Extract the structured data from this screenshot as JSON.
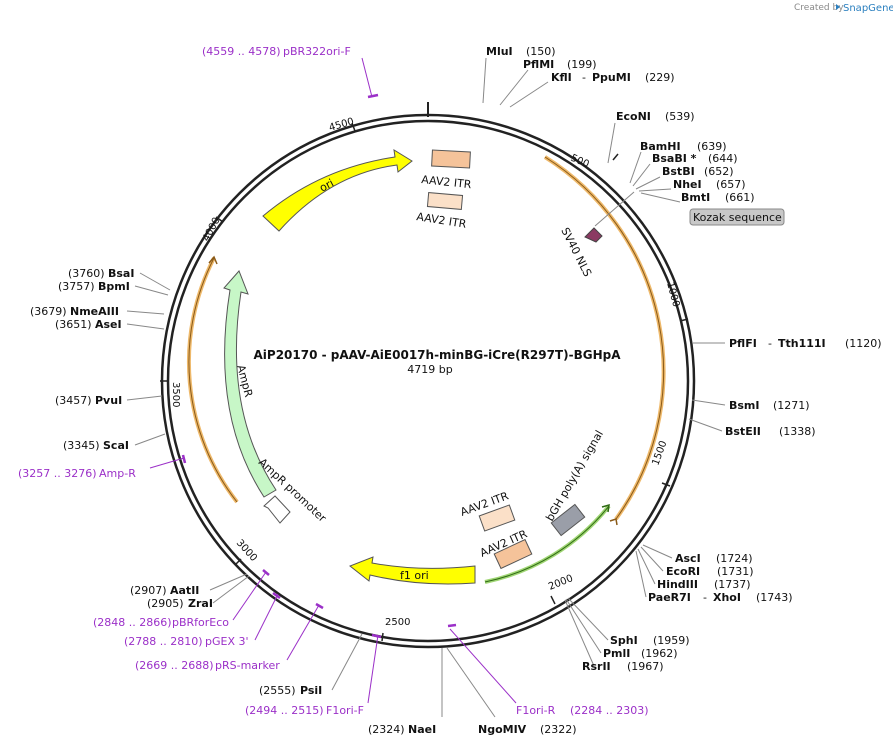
{
  "credit": {
    "prefix": "Created by",
    "brand": "SnapGene"
  },
  "plasmid": {
    "name": "AiP20170 - pAAV-AiE0017h-minBG-iCre(R297T)-BGHpA",
    "length": "4719 bp"
  },
  "ticks": [
    "500",
    "1000",
    "1500",
    "2000",
    "2500",
    "3000",
    "3500",
    "4000",
    "4500"
  ],
  "sites": [
    {
      "name": "MluI",
      "pos": "(150)"
    },
    {
      "name": "PflMI",
      "pos": "(199)"
    },
    {
      "name": "KflI",
      "name2": "PpuMI",
      "pos": "(229)"
    },
    {
      "name": "EcoNI",
      "pos": "(539)"
    },
    {
      "name": "BamHI",
      "pos": "(639)"
    },
    {
      "name": "BsaBI *",
      "pos": "(644)"
    },
    {
      "name": "BstBI",
      "pos": "(652)"
    },
    {
      "name": "NheI",
      "pos": "(657)"
    },
    {
      "name": "BmtI",
      "pos": "(661)"
    },
    {
      "name": "PflFI",
      "name2": "Tth111I",
      "pos": "(1120)"
    },
    {
      "name": "BsmI",
      "pos": "(1271)"
    },
    {
      "name": "BstEII",
      "pos": "(1338)"
    },
    {
      "name": "AscI",
      "pos": "(1724)"
    },
    {
      "name": "EcoRI",
      "pos": "(1731)"
    },
    {
      "name": "HindIII",
      "pos": "(1737)"
    },
    {
      "name": "PaeR7I",
      "name2": "XhoI",
      "pos": "(1743)"
    },
    {
      "name": "SphI",
      "pos": "(1959)"
    },
    {
      "name": "PmlI",
      "pos": "(1962)"
    },
    {
      "name": "RsrII",
      "pos": "(1967)"
    },
    {
      "name": "NgoMIV",
      "pos": "(2322)"
    },
    {
      "name": "NaeI",
      "pos": "(2324)"
    },
    {
      "name": "PsiI",
      "pos": "(2555)"
    },
    {
      "name": "ZraI",
      "pos": "(2905)"
    },
    {
      "name": "AatII",
      "pos": "(2907)"
    },
    {
      "name": "ScaI",
      "pos": "(3345)"
    },
    {
      "name": "PvuI",
      "pos": "(3457)"
    },
    {
      "name": "AseI",
      "pos": "(3651)"
    },
    {
      "name": "NmeAIII",
      "pos": "(3679)"
    },
    {
      "name": "BpmI",
      "pos": "(3757)"
    },
    {
      "name": "BsaI",
      "pos": "(3760)"
    }
  ],
  "primers": [
    {
      "range": "(4559 .. 4578)",
      "name": "pBR322ori-F"
    },
    {
      "range": "(2284 .. 2303)",
      "name": "F1ori-R"
    },
    {
      "range": "(2494 .. 2515)",
      "name": "F1ori-F"
    },
    {
      "range": "(2669 .. 2688)",
      "name": "pRS-marker"
    },
    {
      "range": "(2788 .. 2810)",
      "name": "pGEX 3'"
    },
    {
      "range": "(2848 .. 2866)",
      "name": "pBRforEco"
    },
    {
      "range": "(3257 .. 3276)",
      "name": "Amp-R"
    }
  ],
  "features": {
    "ori": "ori",
    "itr_top_1": "AAV2 ITR",
    "itr_top_2": "AAV2 ITR",
    "sv40": "SV40 NLS",
    "kozak": "Kozak sequence",
    "ampr": "AmpR",
    "ampr_promoter": "AmpR promoter",
    "itr_bottom_1": "AAV2 ITR",
    "itr_bottom_2": "AAV2 ITR",
    "bgh": "bGH poly(A) signal",
    "f1ori": "f1 ori"
  },
  "colors": {
    "backbone": "#222222",
    "orange_arc": "#e8a23a",
    "green_arc": "#4c8a2a",
    "ori": "#ffff00",
    "ampr": "#c7f7c7",
    "itr_dark": "#f5c39a",
    "itr_light": "#fbe0c8",
    "bgh": "#9a9ea8",
    "sv40": "#8b3a62",
    "primer": "#9b30c8",
    "kozak_bg": "#c8c8c8"
  }
}
